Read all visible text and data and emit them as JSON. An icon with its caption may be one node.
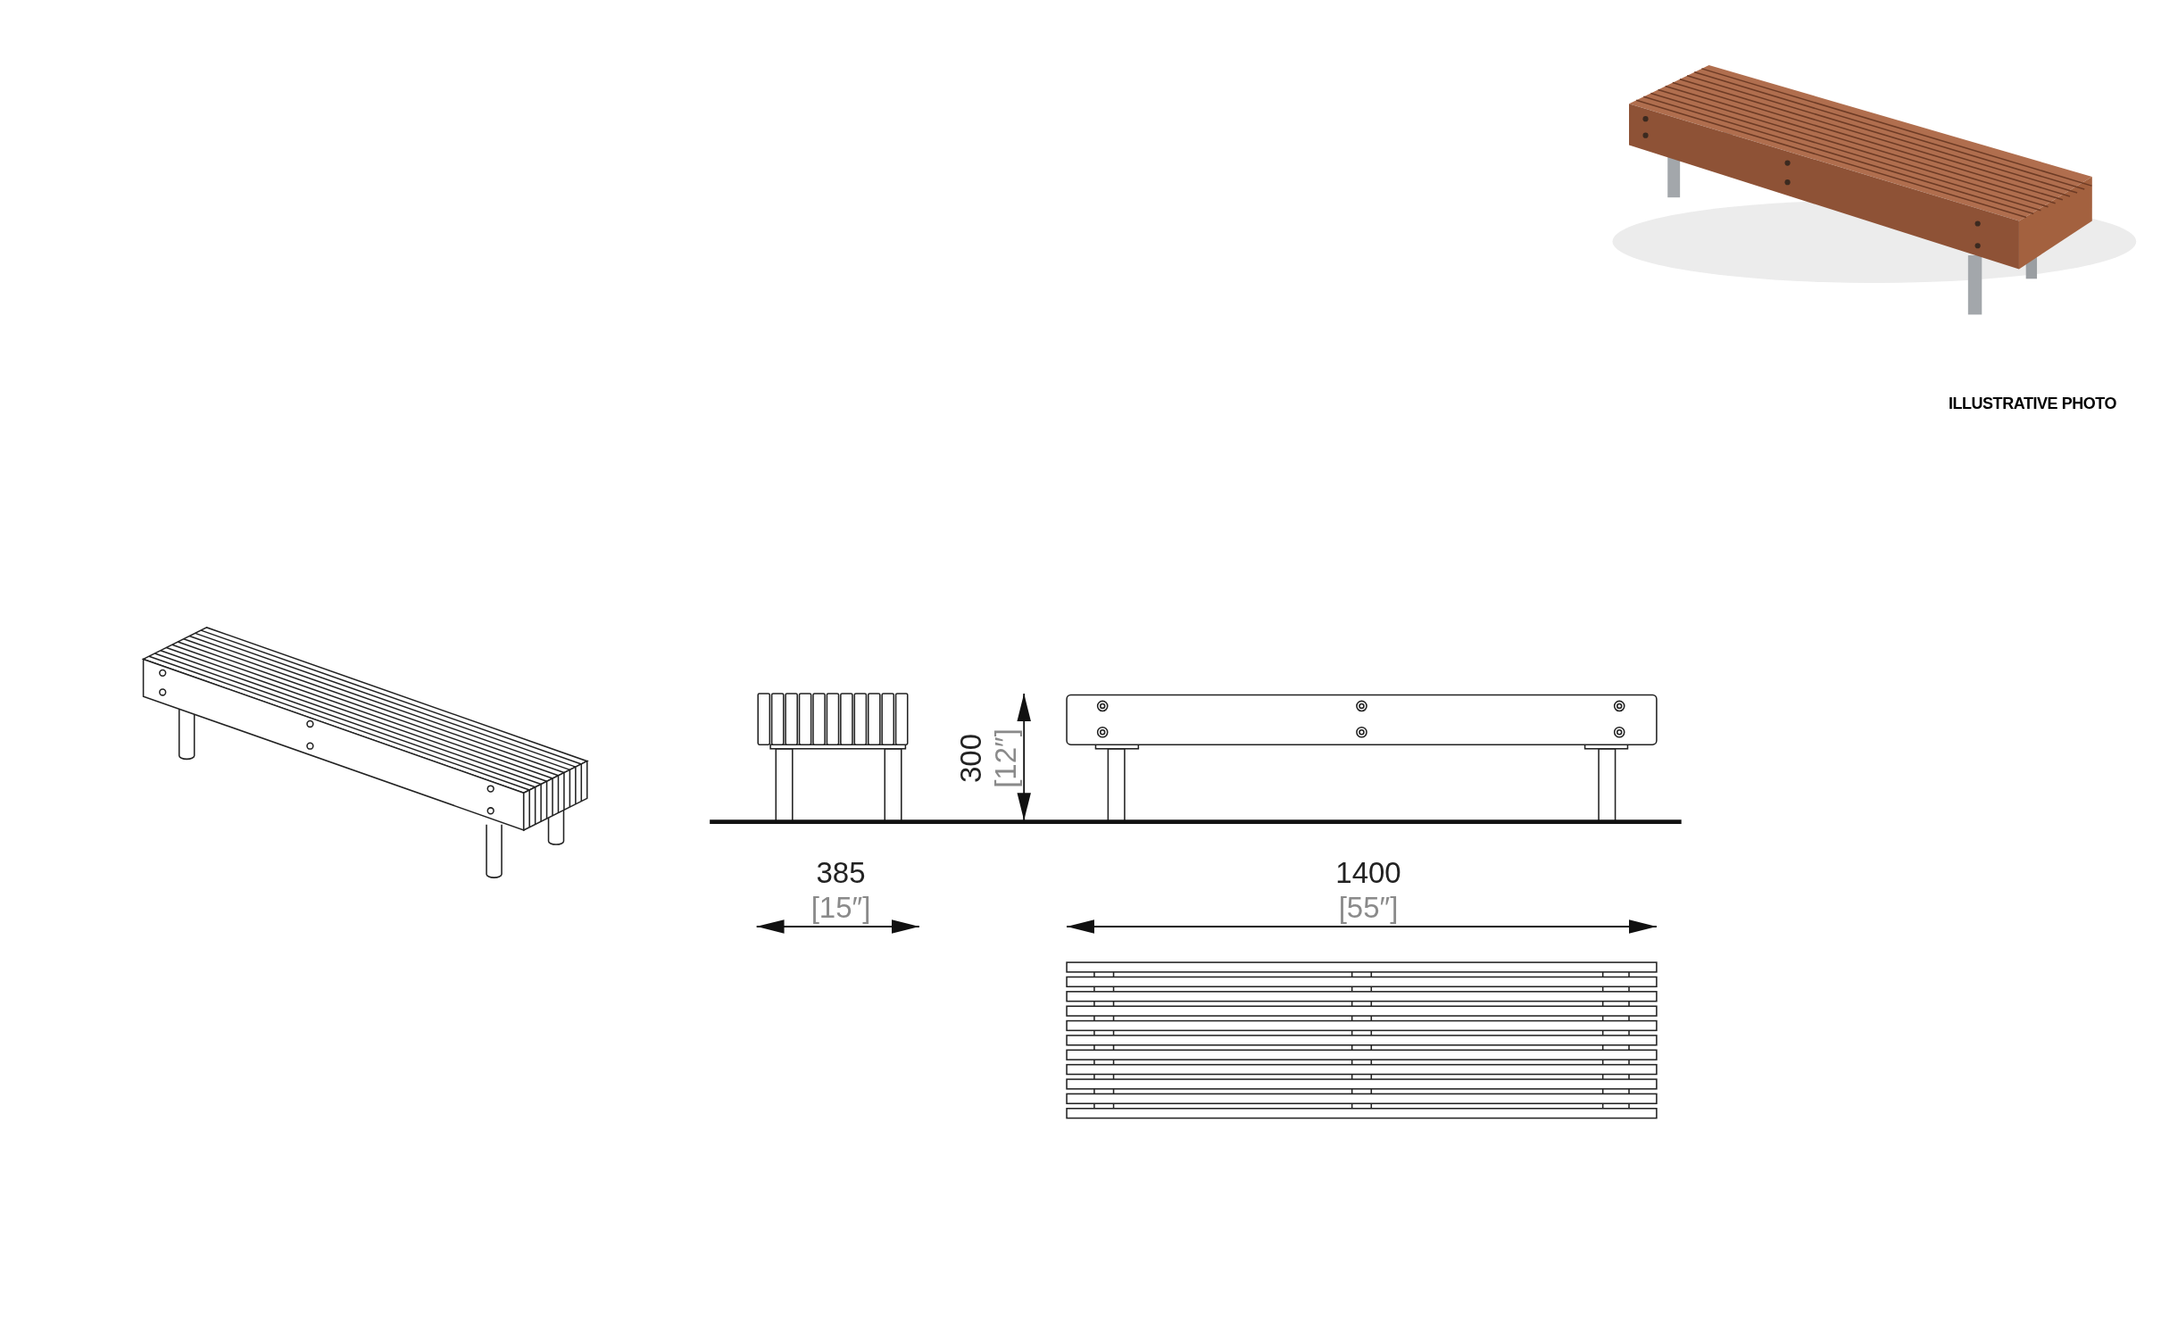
{
  "diagram": {
    "labels": [
      "ILLUSTRATIVE PHOTO",
      "300",
      "[12″]",
      "385",
      "1400",
      "[15″]",
      "[55″]"
    ]
  }
}
